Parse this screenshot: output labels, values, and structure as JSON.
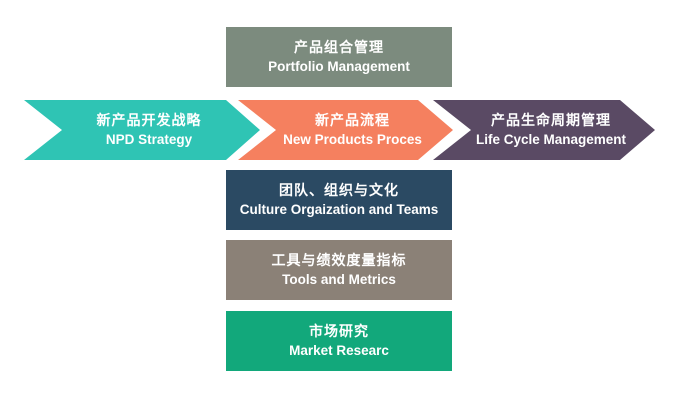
{
  "diagram": {
    "title_hint": "NPD body of knowledge flow diagram",
    "background_color": "#ffffff",
    "text_color": "#ffffff",
    "top_box": {
      "zh": "产品组合管理",
      "en": "Portfolio Management",
      "color": "#7c8b7e"
    },
    "arrows": [
      {
        "zh": "新产品开发战略",
        "en": "NPD Strategy",
        "color": "#2fc4b4"
      },
      {
        "zh": "新产品流程",
        "en": "New Products Proces",
        "color": "#f5805f"
      },
      {
        "zh": "产品生命周期管理",
        "en": "Life Cycle Management",
        "color": "#5a4a64"
      }
    ],
    "bottom_boxes": [
      {
        "zh": "团队、组织与文化",
        "en": "Culture Orgaization and Teams",
        "color": "#2b4a63"
      },
      {
        "zh": "工具与绩效度量指标",
        "en": "Tools and Metrics",
        "color": "#8b8177"
      },
      {
        "zh": "市场研究",
        "en": "Market Researc",
        "color": "#12a87b"
      }
    ]
  }
}
